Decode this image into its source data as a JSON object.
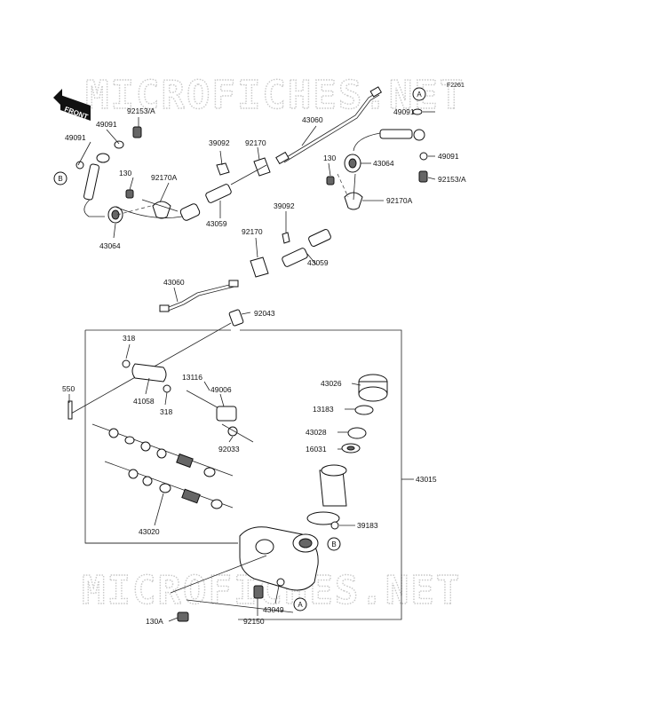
{
  "figure_code": "F2261",
  "front_arrow_text": "FRONT",
  "watermark": "MICROFICHES.NET",
  "callouts": {
    "a": "A",
    "b": "B"
  },
  "labels": [
    {
      "id": "l-92153a-left",
      "text": "92153/A"
    },
    {
      "id": "l-49091-left-top",
      "text": "49091"
    },
    {
      "id": "l-49091-left",
      "text": "49091"
    },
    {
      "id": "l-130-left",
      "text": "130"
    },
    {
      "id": "l-92170a-left",
      "text": "92170A"
    },
    {
      "id": "l-43064-left",
      "text": "43064"
    },
    {
      "id": "l-39092-top",
      "text": "39092"
    },
    {
      "id": "l-92170-top",
      "text": "92170"
    },
    {
      "id": "l-43059-top",
      "text": "43059"
    },
    {
      "id": "l-43060-top",
      "text": "43060"
    },
    {
      "id": "l-49091-right-top",
      "text": "49091"
    },
    {
      "id": "l-130-right",
      "text": "130"
    },
    {
      "id": "l-43064-right",
      "text": "43064"
    },
    {
      "id": "l-49091-right",
      "text": "49091"
    },
    {
      "id": "l-92153a-right",
      "text": "92153/A"
    },
    {
      "id": "l-92170a-right",
      "text": "92170A"
    },
    {
      "id": "l-39092-mid",
      "text": "39092"
    },
    {
      "id": "l-92170-mid",
      "text": "92170"
    },
    {
      "id": "l-43059-mid",
      "text": "43059"
    },
    {
      "id": "l-43060-mid",
      "text": "43060"
    },
    {
      "id": "l-92043",
      "text": "92043"
    },
    {
      "id": "l-318-top",
      "text": "318"
    },
    {
      "id": "l-550",
      "text": "550"
    },
    {
      "id": "l-41058",
      "text": "41058"
    },
    {
      "id": "l-318-bottom",
      "text": "318"
    },
    {
      "id": "l-13116",
      "text": "13116"
    },
    {
      "id": "l-49006",
      "text": "49006"
    },
    {
      "id": "l-92033",
      "text": "92033"
    },
    {
      "id": "l-43026",
      "text": "43026"
    },
    {
      "id": "l-13183",
      "text": "13183"
    },
    {
      "id": "l-43028",
      "text": "43028"
    },
    {
      "id": "l-16031",
      "text": "16031"
    },
    {
      "id": "l-43015",
      "text": "43015"
    },
    {
      "id": "l-43020",
      "text": "43020"
    },
    {
      "id": "l-39183",
      "text": "39183"
    },
    {
      "id": "l-43049",
      "text": "43049"
    },
    {
      "id": "l-92150",
      "text": "92150"
    },
    {
      "id": "l-130a",
      "text": "130A"
    }
  ]
}
